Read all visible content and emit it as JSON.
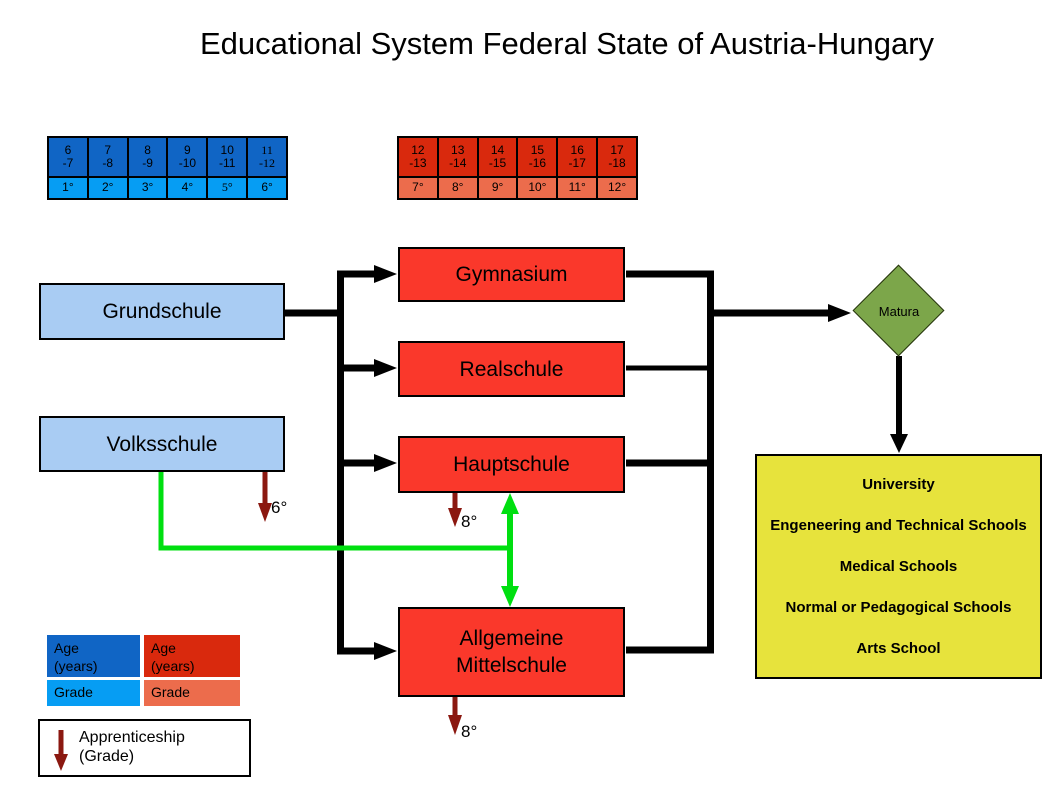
{
  "title": "Educational System Federal State of Austria-Hungary",
  "colors": {
    "age_blue": "#1065C5",
    "grade_blue": "#069DF3",
    "age_red": "#D9290D",
    "grade_red": "#EC6C4C",
    "school_light_blue": "#A9CCF3",
    "school_red": "#FA382B",
    "matura_green": "#7CA64A",
    "university_yellow": "#E7E33C",
    "path_green": "#00DF10",
    "apprenticeship_maroon": "#8B1810",
    "connector_black": "#000000"
  },
  "age_grade_tables": {
    "primary": {
      "ages": [
        "6\n-7",
        "7\n-8",
        "8\n-9",
        "9\n-10",
        "10\n-11",
        "11\n-12"
      ],
      "grades": [
        "1°",
        "2°",
        "3°",
        "4°",
        "5°",
        "6°"
      ]
    },
    "secondary": {
      "ages": [
        "12\n-13",
        "13\n-14",
        "14\n-15",
        "15\n-16",
        "16\n-17",
        "17\n-18"
      ],
      "grades": [
        "7°",
        "8°",
        "9°",
        "10°",
        "11°",
        "12°"
      ]
    }
  },
  "schools": {
    "grundschule": "Grundschule",
    "volksschule": "Volksschule",
    "gymnasium": "Gymnasium",
    "realschule": "Realschule",
    "hauptschule": "Hauptschule",
    "allgemeine_mittelschule": "Allgemeine\nMittelschule"
  },
  "matura_label": "Matura",
  "higher_education": [
    "University",
    "Engeneering and Technical Schools",
    "Medical Schools",
    "Normal or Pedagogical Schools",
    "Arts School"
  ],
  "apprenticeship_grade_labels": {
    "volksschule": "6°",
    "hauptschule": "8°",
    "allgemeine_mittelschule": "8°"
  },
  "legend": {
    "age_years_blue": "Age\n(years)",
    "age_years_red": "Age\n(years)",
    "grade_blue": "Grade",
    "grade_red": "Grade",
    "apprenticeship": "Apprenticeship\n(Grade)"
  }
}
